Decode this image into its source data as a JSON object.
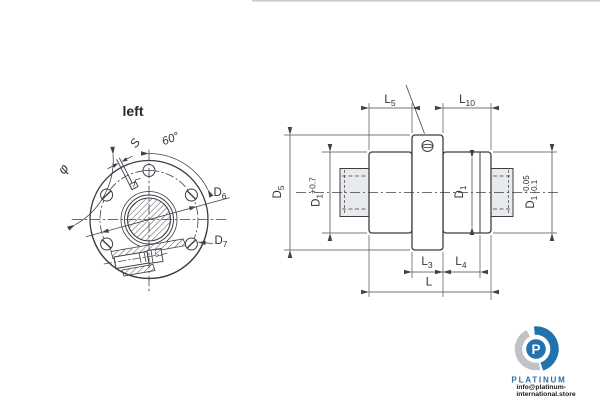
{
  "left_view": {
    "title": "left",
    "slot_label": "S",
    "angle_label": "60°",
    "phi_label": "φ",
    "d6_base": "D",
    "d6_sub": "6",
    "d7_base": "D",
    "d7_sub": "7"
  },
  "right_view": {
    "l5_base": "L",
    "l5_sub": "5",
    "l10_base": "L",
    "l10_sub": "10",
    "d5_base": "D",
    "d5_sub": "5",
    "d1p_base": "D",
    "d1p_sub": "1",
    "d1p_tol": "+0.7",
    "d1_base": "D",
    "d1_sub": "1",
    "d1m_base": "D",
    "d1m_sub": "1",
    "d1m_tol_top": "-0.05",
    "d1m_tol_bottom": "-0.1",
    "l3_base": "L",
    "l3_sub": "3",
    "l4_base": "L",
    "l4_sub": "4",
    "l_base": "L"
  },
  "branding": {
    "name": "PLATINUM",
    "email": "info@platinum-international.store",
    "logo_letter": "P"
  },
  "colors": {
    "line": "#3a3f45",
    "dim_line": "#464b51",
    "shaft_fill": "#e9eaeb",
    "accent_blue": "#2273ad",
    "logo_gray": "#bfc3c7"
  }
}
